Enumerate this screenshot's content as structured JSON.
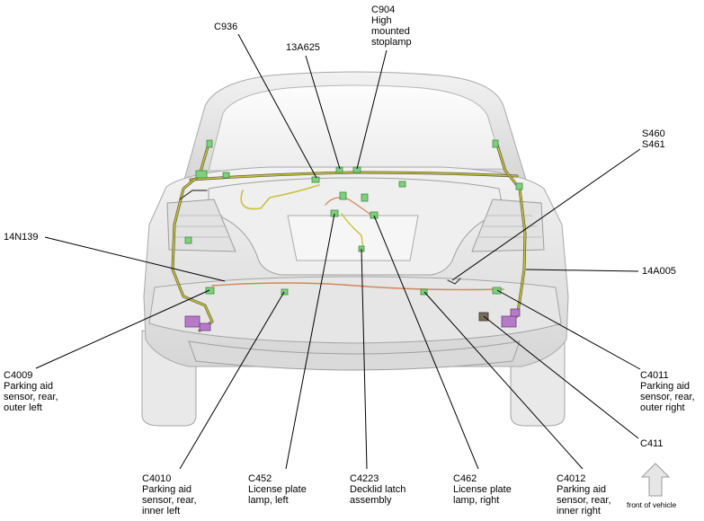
{
  "labels": {
    "c936": [
      "C936"
    ],
    "a13a625": [
      "13A625"
    ],
    "c904": [
      "C904",
      "High",
      "mounted",
      "stoplamp"
    ],
    "s460": [
      "S460",
      "S461"
    ],
    "n14n139": [
      "14N139"
    ],
    "a14a005": [
      "14A005"
    ],
    "c4009": [
      "C4009",
      "Parking aid",
      "sensor, rear,",
      "outer left"
    ],
    "c4011": [
      "C4011",
      "Parking aid",
      "sensor, rear,",
      "outer right"
    ],
    "c411": [
      "C411"
    ],
    "c4010": [
      "C4010",
      "Parking aid",
      "sensor, rear,",
      "inner left"
    ],
    "c452": [
      "C452",
      "License plate",
      "lamp, left"
    ],
    "c4223": [
      "C4223",
      "Decklid latch",
      "assembly"
    ],
    "c462": [
      "C462",
      "License plate",
      "lamp, right"
    ],
    "c4012": [
      "C4012",
      "Parking aid",
      "sensor, rear,",
      "inner right"
    ]
  },
  "orientation": {
    "text": "front of vehicle",
    "icon": "up-arrow-icon"
  },
  "colors": {
    "body_fill": "#e4e4e4",
    "body_stroke": "#a8a8a8",
    "harness": "#c8c23a",
    "harness_dark": "#5a5a3a",
    "connector": "#7ecf7e",
    "wire_orange": "#d2865a",
    "purple": "#b77ac9",
    "leader": "#000000"
  }
}
